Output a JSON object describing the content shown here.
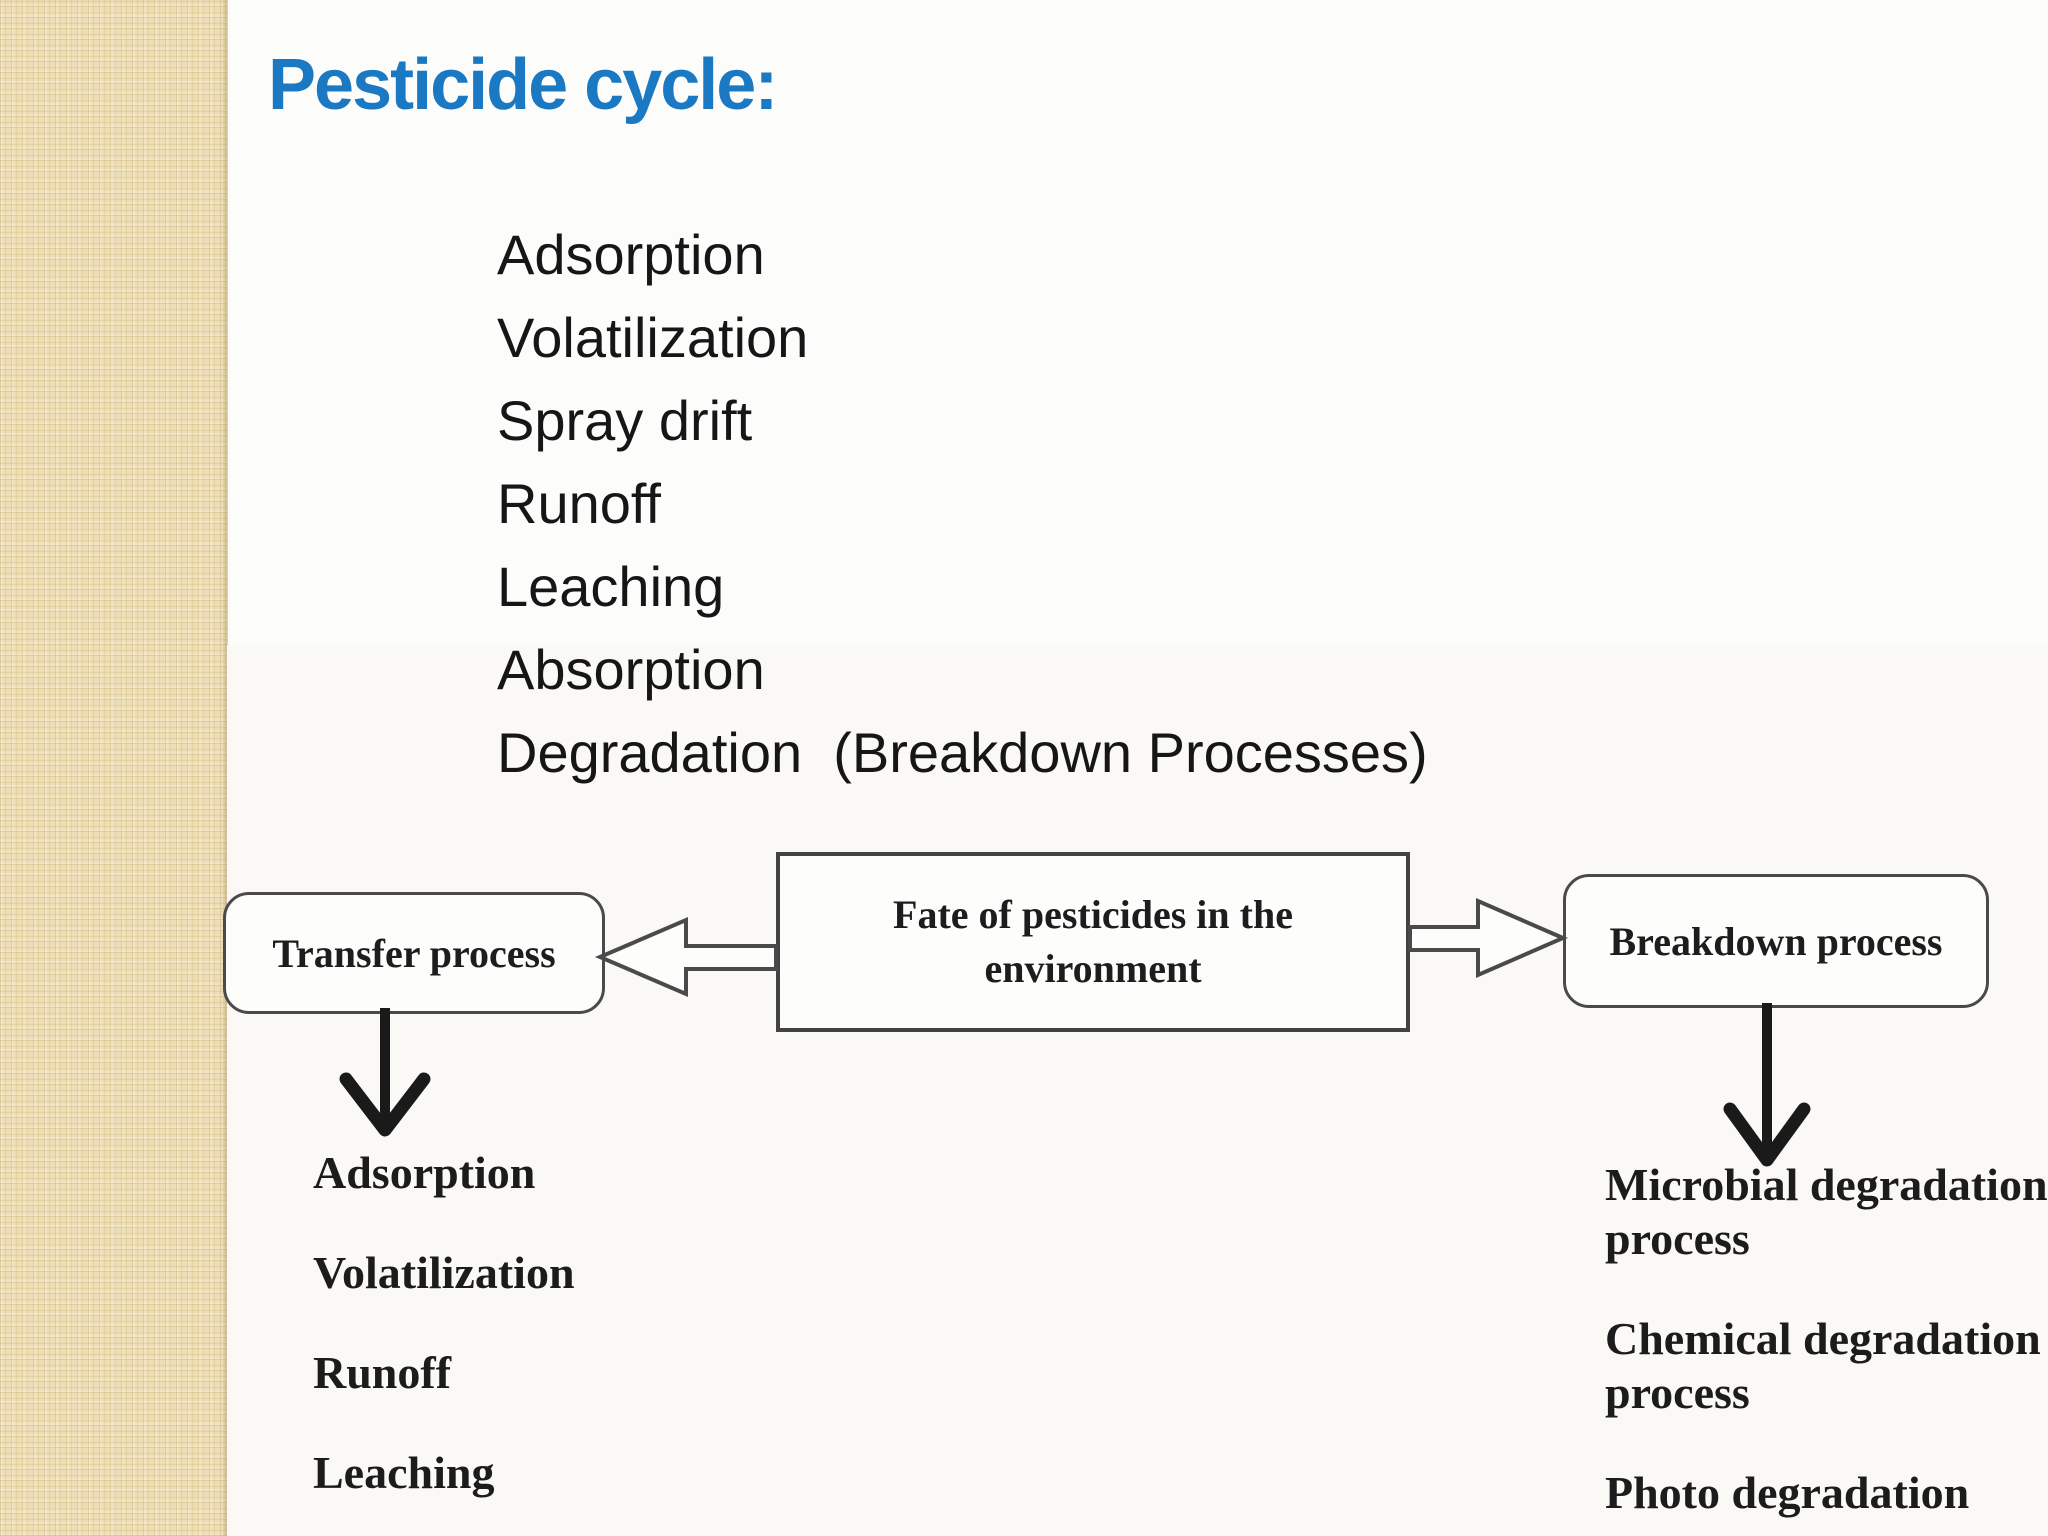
{
  "slide": {
    "title": "Pesticide cycle:",
    "title_color": "#1b79c3",
    "stripe_color": "#eedeb5",
    "process_list": [
      "Adsorption",
      "Volatilization",
      "Spray drift",
      "Runoff",
      "Leaching",
      "Absorption",
      "Degradation  (Breakdown Processes)"
    ],
    "diagram": {
      "center_box": "Fate of pesticides in the environment",
      "left_box": "Transfer process",
      "right_box": "Breakdown process",
      "transfer_items": [
        "Adsorption",
        "Volatilization",
        "Runoff",
        "Leaching"
      ],
      "breakdown_items": [
        "Microbial degradation process",
        "Chemical degradation process",
        "Photo degradation"
      ]
    }
  }
}
